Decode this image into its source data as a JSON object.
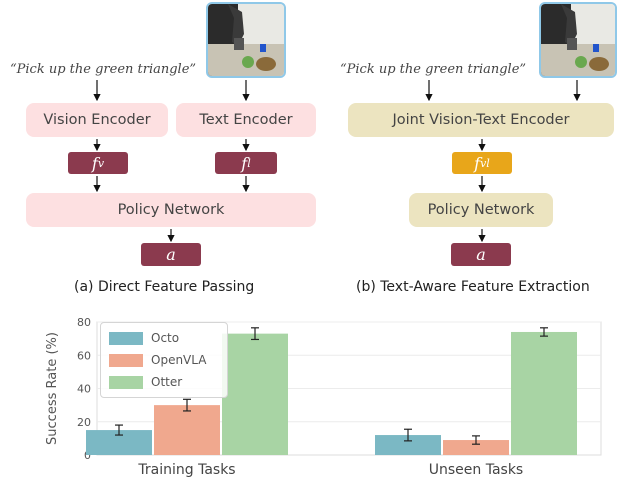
{
  "panel_a": {
    "prompt": "“Pick up the green triangle”",
    "vision_encoder": "Vision Encoder",
    "text_encoder": "Text Encoder",
    "feature_v": "f",
    "feature_v_sub": "v",
    "feature_l": "f",
    "feature_l_sub": "l",
    "policy": "Policy Network",
    "action": "a",
    "caption": "(a) Direct Feature Passing"
  },
  "panel_b": {
    "prompt": "“Pick up the green triangle”",
    "joint_encoder": "Joint Vision-Text Encoder",
    "feature_vl": "f",
    "feature_vl_sub": "vl",
    "policy": "Policy Network",
    "action": "a",
    "caption": "(b) Text-Aware Feature Extraction"
  },
  "colors": {
    "pink_box": "#fde0e1",
    "beige_box": "#ece4c0",
    "maroon": "#8b3a4e",
    "gold": "#e8a61a",
    "octo": "#7bb8c4",
    "openvla": "#f0a88e",
    "otter": "#a8d4a4"
  },
  "chart_data": {
    "type": "bar",
    "categories": [
      "Training Tasks",
      "Unseen Tasks"
    ],
    "ylabel": "Success Rate (%)",
    "ylim": [
      0,
      80
    ],
    "yticks": [
      0,
      20,
      40,
      60,
      80
    ],
    "legend_position": "top-left",
    "series": [
      {
        "name": "Octo",
        "values": [
          15,
          12
        ],
        "errors": [
          3,
          3.5
        ]
      },
      {
        "name": "OpenVLA",
        "values": [
          30,
          9
        ],
        "errors": [
          3.5,
          2.5
        ]
      },
      {
        "name": "Otter",
        "values": [
          73,
          74
        ],
        "errors": [
          3.5,
          2.5
        ]
      }
    ]
  }
}
